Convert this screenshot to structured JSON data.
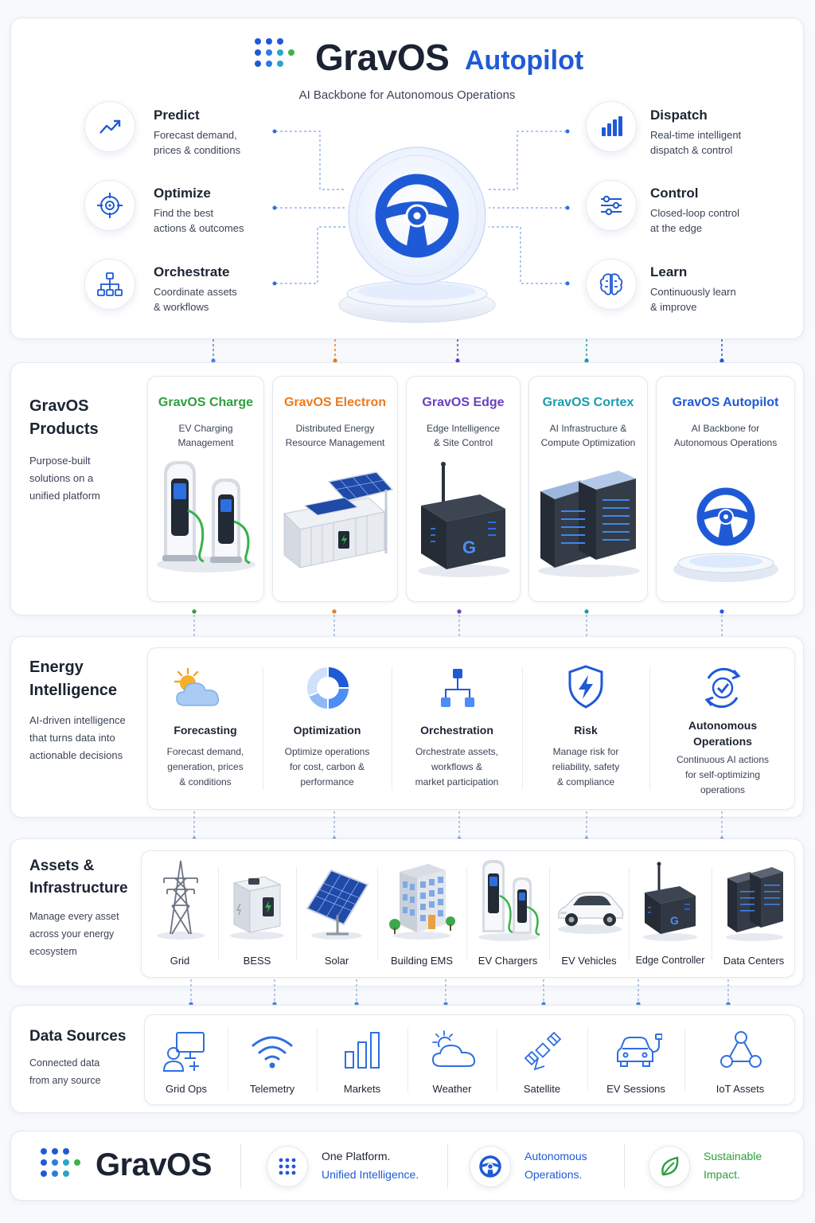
{
  "colors": {
    "primary": "#1f5ad6",
    "navy": "#1c2333",
    "charge": "#2e9e3f",
    "electron": "#ea7a1f",
    "edge": "#6a3fc2",
    "cortex": "#1b9bb0",
    "autopilot": "#1f5ad6",
    "sustainable": "#2e9e3f"
  },
  "hero": {
    "brand": "GravOS",
    "product": "Autopilot",
    "subtitle": "AI Backbone for Autonomous Operations",
    "left_features": [
      {
        "title": "Predict",
        "line1": "Forecast demand,",
        "line2": "prices & conditions",
        "icon": "trend-up-icon"
      },
      {
        "title": "Optimize",
        "line1": "Find the best",
        "line2": "actions & outcomes",
        "icon": "target-icon"
      },
      {
        "title": "Orchestrate",
        "line1": "Coordinate assets",
        "line2": "& workflows",
        "icon": "hierarchy-icon"
      }
    ],
    "right_features": [
      {
        "title": "Dispatch",
        "line1": "Real-time intelligent",
        "line2": "dispatch & control",
        "icon": "bar-chart-icon"
      },
      {
        "title": "Control",
        "line1": "Closed-loop control",
        "line2": "at the edge",
        "icon": "sliders-icon"
      },
      {
        "title": "Learn",
        "line1": "Continuously learn",
        "line2": "& improve",
        "icon": "brain-icon"
      }
    ]
  },
  "products": {
    "title_line1": "GravOS",
    "title_line2": "Products",
    "desc_line1": "Purpose-built",
    "desc_line2": "solutions on a",
    "desc_line3": "unified platform",
    "items": [
      {
        "name": "GravOS Charge",
        "line1": "EV Charging",
        "line2": "Management",
        "icon": "ev-charger-icon"
      },
      {
        "name": "GravOS Electron",
        "line1": "Distributed Energy",
        "line2": "Resource Management",
        "icon": "battery-container-icon"
      },
      {
        "name": "GravOS Edge",
        "line1": "Edge Intelligence",
        "line2": "& Site Control",
        "icon": "edge-device-icon"
      },
      {
        "name": "GravOS Cortex",
        "line1": "AI Infrastructure &",
        "line2": "Compute Optimization",
        "icon": "server-rack-icon"
      },
      {
        "name": "GravOS Autopilot",
        "line1": "AI Backbone for",
        "line2": "Autonomous Operations",
        "icon": "steering-wheel-icon"
      }
    ]
  },
  "intelligence": {
    "title_line1": "Energy",
    "title_line2": "Intelligence",
    "desc_line1": "AI-driven intelligence",
    "desc_line2": "that turns data into",
    "desc_line3": "actionable decisions",
    "items": [
      {
        "title1": "Forecasting",
        "title2": "",
        "lines": [
          "Forecast demand,",
          "generation, prices",
          "& conditions"
        ],
        "icon": "sun-cloud-icon"
      },
      {
        "title1": "Optimization",
        "title2": "",
        "lines": [
          "Optimize operations",
          "for cost, carbon &",
          "performance"
        ],
        "icon": "donut-icon"
      },
      {
        "title1": "Orchestration",
        "title2": "",
        "lines": [
          "Orchestrate assets,",
          "workflows &",
          "market participation"
        ],
        "icon": "flow-icon"
      },
      {
        "title1": "Risk",
        "title2": "",
        "lines": [
          "Manage risk for",
          "reliability, safety",
          "& compliance"
        ],
        "icon": "shield-bolt-icon"
      },
      {
        "title1": "Autonomous",
        "title2": "Operations",
        "lines": [
          "Continuous AI actions",
          "for self-optimizing",
          "operations"
        ],
        "icon": "cycle-check-icon"
      }
    ]
  },
  "assets": {
    "title_line1": "Assets &",
    "title_line2": "Infrastructure",
    "desc_line1": "Manage every asset",
    "desc_line2": "across your energy",
    "desc_line3": "ecosystem",
    "items": [
      {
        "label": "Grid",
        "icon": "transmission-tower-icon"
      },
      {
        "label": "BESS",
        "icon": "battery-storage-icon"
      },
      {
        "label": "Solar",
        "icon": "solar-panel-icon"
      },
      {
        "label": "Building EMS",
        "icon": "building-icon"
      },
      {
        "label": "EV Chargers",
        "icon": "ev-charger-icon"
      },
      {
        "label": "EV Vehicles",
        "icon": "car-icon"
      },
      {
        "label": "Edge Controller",
        "icon": "edge-controller-icon"
      },
      {
        "label": "Data Centers",
        "icon": "data-center-icon"
      }
    ]
  },
  "sources": {
    "title": "Data Sources",
    "desc_line1": "Connected data",
    "desc_line2": "from any source",
    "items": [
      {
        "label": "Grid Ops",
        "icon": "operator-icon"
      },
      {
        "label": "Telemetry",
        "icon": "wifi-icon"
      },
      {
        "label": "Markets",
        "icon": "bars-icon"
      },
      {
        "label": "Weather",
        "icon": "weather-icon"
      },
      {
        "label": "Satellite",
        "icon": "satellite-icon"
      },
      {
        "label": "EV Sessions",
        "icon": "car-plug-icon"
      },
      {
        "label": "IoT Assets",
        "icon": "network-icon"
      }
    ]
  },
  "footer": {
    "brand": "GravOS",
    "items": [
      {
        "line1": "One Platform.",
        "line2": "Unified Intelligence.",
        "icon": "grid-dots-icon"
      },
      {
        "line1": "Autonomous",
        "line2": "Operations.",
        "icon": "steering-wheel-icon"
      },
      {
        "line1": "Sustainable",
        "line2": "Impact.",
        "icon": "leaf-icon"
      }
    ]
  }
}
